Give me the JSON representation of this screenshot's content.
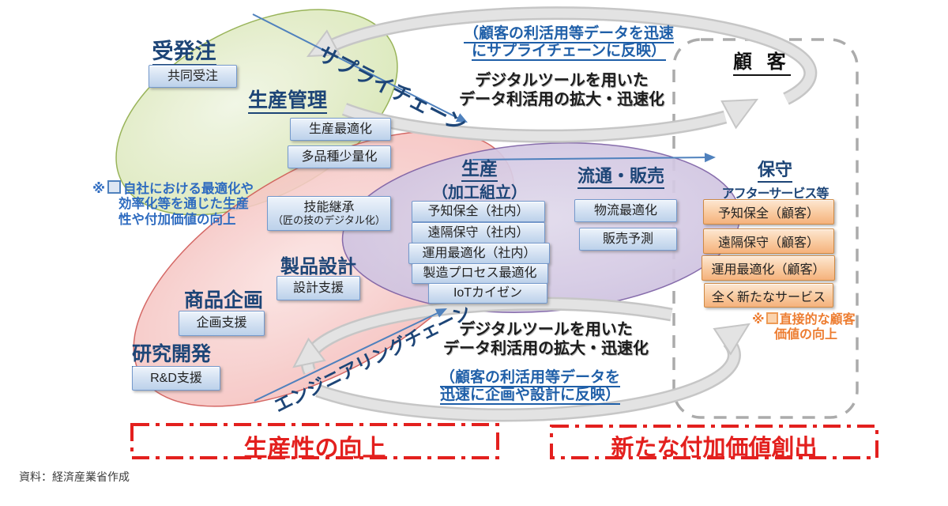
{
  "headings": {
    "order": "受発注",
    "production_mgmt": "生産管理",
    "product_design": "製品設計",
    "product_planning": "商品企画",
    "rnd": "研究開発",
    "production_l1": "生産",
    "production_l2": "（加工組立）",
    "distribution": "流通・販売",
    "maintenance_l1": "保守",
    "maintenance_l2": "アフターサービス等",
    "customer": "顧 客"
  },
  "chains": {
    "supply": "サプライチェーン",
    "engineering": "エンジニアリングチェーン"
  },
  "cycle_top": {
    "note_l1": "（顧客の利活用等データを迅速",
    "note_l2": "にサプライチェーンに反映）",
    "digital_l1": "デジタルツールを用いた",
    "digital_l2": "データ利活用の拡大・迅速化"
  },
  "cycle_bottom": {
    "digital_l1": "デジタルツールを用いた",
    "digital_l2": "データ利活用の拡大・迅速化",
    "note_l1": "（顧客の利活用等データを",
    "note_l2": "迅速に企画や設計に反映）"
  },
  "notes": {
    "internal": {
      "prefix": "※",
      "l1": "自社における最適化や",
      "l2": "効率化等を通じた生産",
      "l3": "性や付加価値の向上"
    },
    "customer_value": {
      "prefix": "※",
      "l1": "直接的な顧客",
      "l2": "価値の向上"
    }
  },
  "boxes": {
    "joint_order": "共同受注",
    "production_opt": "生産最適化",
    "variety_small_lot": "多品種少量化",
    "skill_l1": "技能継承",
    "skill_l2": "（匠の技のデジタル化）",
    "design_support": "設計支援",
    "planning_support": "企画支援",
    "rd_support": "R&D支援",
    "predictive_internal": "予知保全（社内）",
    "remote_internal": "遠隔保守（社内）",
    "operation_internal": "運用最適化（社内）",
    "process_opt": "製造プロセス最適化",
    "iot_kaizen": "IoTカイゼン",
    "logistics_opt": "物流最適化",
    "sales_forecast": "販売予測",
    "predictive_customer": "予知保全（顧客）",
    "remote_customer": "遠隔保守（顧客）",
    "operation_customer": "運用最適化（顧客）",
    "new_service": "全く新たなサービス"
  },
  "banners": {
    "left": "生産性の向上",
    "right": "新たな付加価値創出"
  },
  "source": "資料：経済産業省作成",
  "colors": {
    "heading_blue": "#1d4577",
    "note_blue": "#1f5fa8",
    "banner_red": "#e3201e",
    "orange_note": "#ed7d31",
    "chain_arrow_blue": "#4f81bd",
    "green_ellipse_border": "#94b052",
    "red_ellipse_border": "#cf5450",
    "purple_ellipse_border": "#7d61a5",
    "gray_cycle": "#c6c6c6"
  }
}
